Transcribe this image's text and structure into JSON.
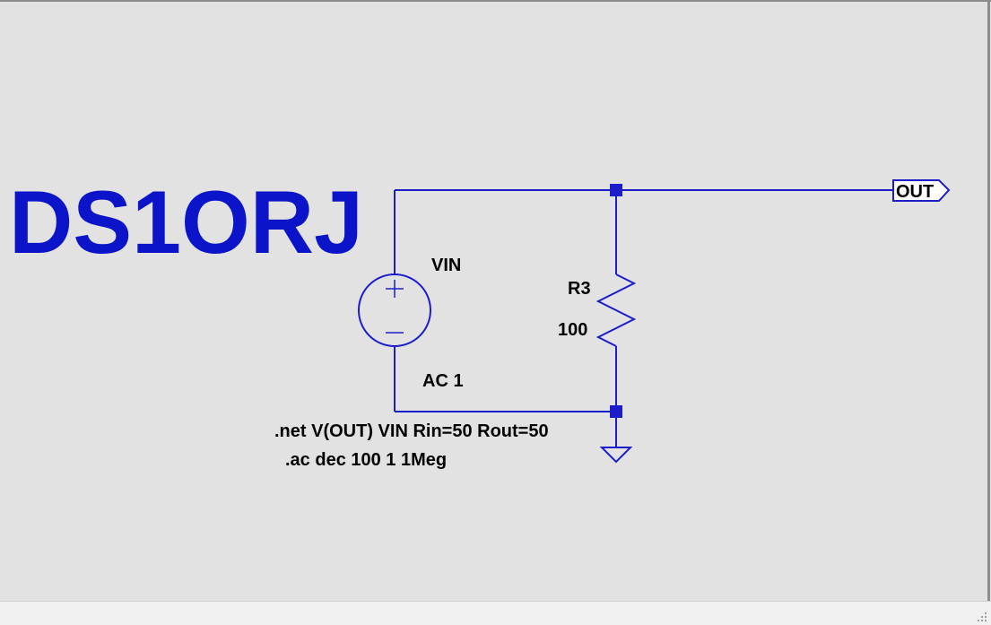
{
  "schematic": {
    "logo": "DS1ORJ",
    "source": {
      "name": "VIN",
      "value": "AC 1"
    },
    "resistor": {
      "name": "R3",
      "value": "100"
    },
    "net_label": "OUT",
    "directives": {
      "net": ".net V(OUT) VIN Rin=50 Rout=50",
      "ac": ".ac dec 100 1 1Meg"
    }
  },
  "colors": {
    "wire": "#1c1cc8",
    "logo": "#0b14c8",
    "background": "#e2e2e2",
    "text": "#000000"
  }
}
